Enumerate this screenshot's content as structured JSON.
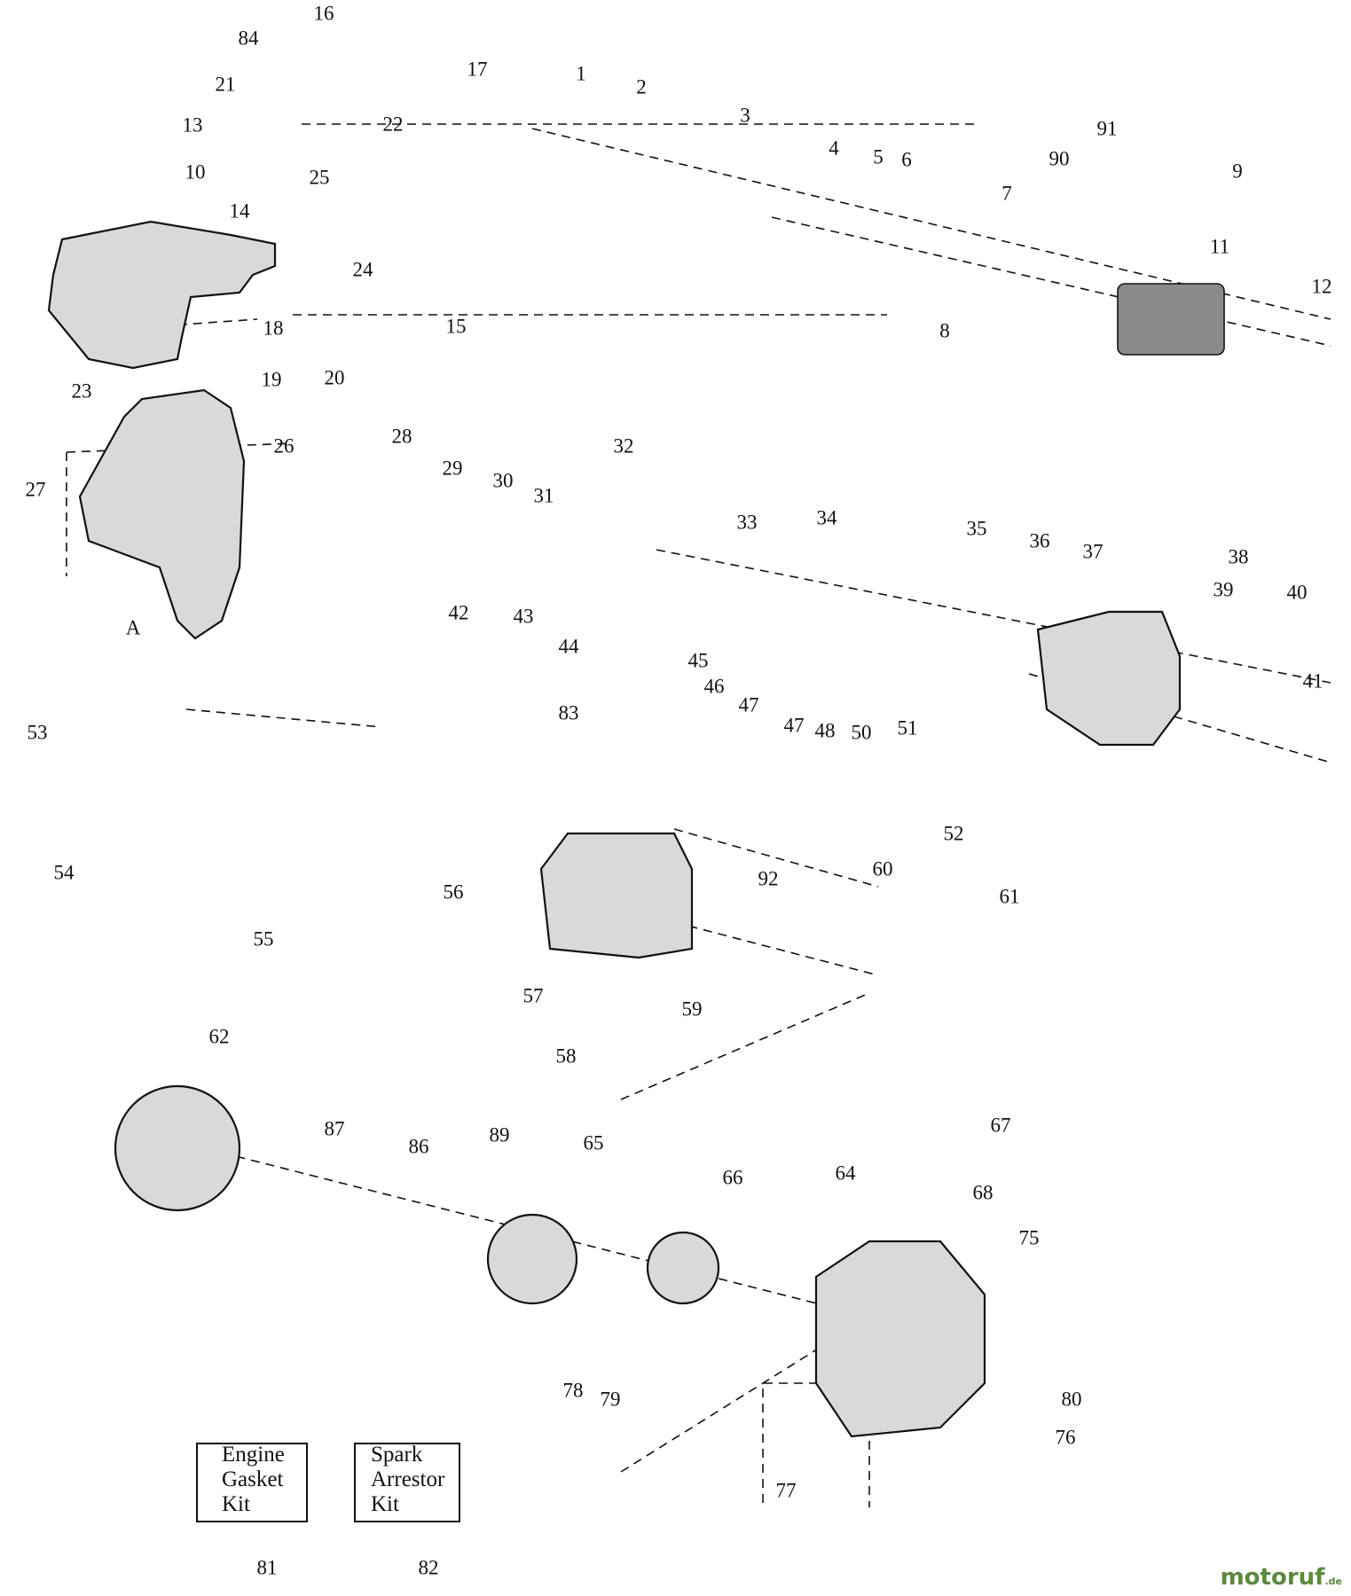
{
  "callouts": [
    "1",
    "2",
    "3",
    "4",
    "5",
    "6",
    "7",
    "8",
    "9",
    "10",
    "11",
    "12",
    "13",
    "14",
    "15",
    "16",
    "17",
    "18",
    "19",
    "20",
    "21",
    "22",
    "23",
    "24",
    "25",
    "26",
    "27",
    "28",
    "29",
    "30",
    "31",
    "32",
    "33",
    "34",
    "35",
    "36",
    "37",
    "38",
    "39",
    "40",
    "41",
    "42",
    "43",
    "44",
    "45",
    "46",
    "47",
    "47",
    "48",
    "50",
    "51",
    "52",
    "53",
    "54",
    "55",
    "56",
    "57",
    "58",
    "59",
    "60",
    "61",
    "62",
    "64",
    "65",
    "66",
    "67",
    "68",
    "75",
    "76",
    "77",
    "78",
    "79",
    "80",
    "81",
    "82",
    "83",
    "84",
    "86",
    "87",
    "89",
    "90",
    "91",
    "92"
  ],
  "label_a": "A",
  "kits": {
    "engine_gasket": [
      "Engine",
      "Gasket",
      "Kit"
    ],
    "spark_arrestor": [
      "Spark",
      "Arrestor",
      "Kit"
    ]
  },
  "watermark": {
    "text": "motoruf",
    "suffix": ".de"
  }
}
